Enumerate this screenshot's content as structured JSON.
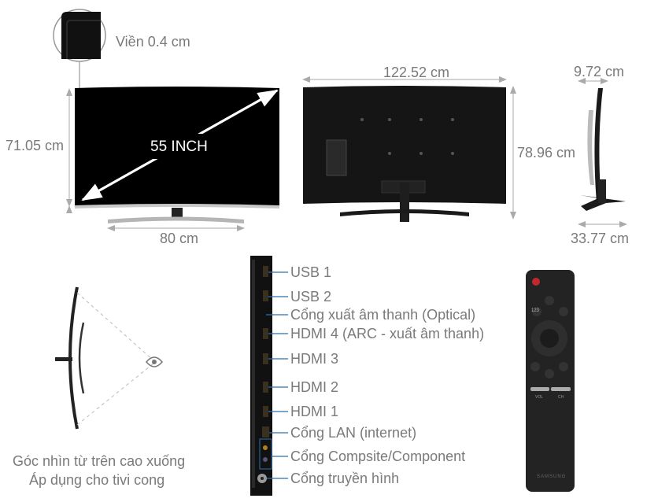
{
  "front_view": {
    "bezel_label": "Viền 0.4 cm",
    "height_label": "71.05 cm",
    "width_label": "80 cm",
    "diagonal_label": "55 INCH"
  },
  "back_view": {
    "width_label": "122.52 cm",
    "height_label": "78.96 cm"
  },
  "side_view": {
    "depth_label": "9.72 cm",
    "base_label": "33.77 cm"
  },
  "viewing_angle": {
    "caption_line1": "Góc nhìn từ trên cao xuống",
    "caption_line2": "Áp dụng cho tivi cong"
  },
  "ports": [
    {
      "label": "USB 1"
    },
    {
      "label": "USB 2"
    },
    {
      "label": "Cổng xuất âm thanh (Optical)"
    },
    {
      "label": "HDMI 4 (ARC - xuất âm thanh)"
    },
    {
      "label": "HDMI 3"
    },
    {
      "label": "HDMI 2"
    },
    {
      "label": "HDMI 1"
    },
    {
      "label": "Cổng LAN (internet)"
    },
    {
      "label": "Cổng Compsite/Component"
    },
    {
      "label": "Cổng truyền hình"
    }
  ],
  "remote": {
    "brand": "SAMSUNG",
    "btn_123": "123",
    "vol": "VOL",
    "ch": "CH"
  },
  "colors": {
    "text": "#7a7a7a",
    "dimension_line": "#aaaaaa",
    "connector_line": "#2f6fb0",
    "power_button": "#c0282d"
  }
}
